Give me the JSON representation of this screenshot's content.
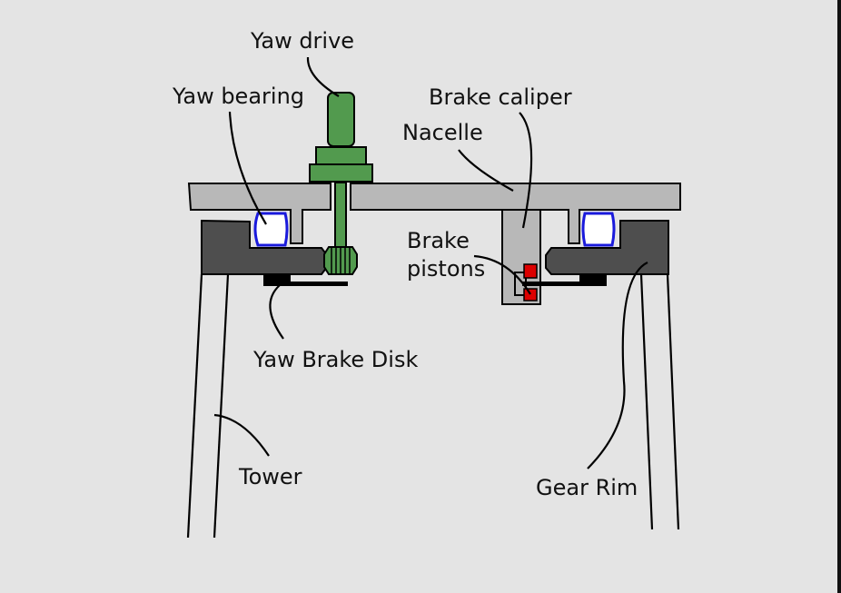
{
  "title": "Yaw system of a wind turbine",
  "labels": {
    "yaw_drive": "Yaw drive",
    "yaw_bearing": "Yaw bearing",
    "brake_caliper": "Brake caliper",
    "nacelle": "Nacelle",
    "brake_pistons_line1": "Brake",
    "brake_pistons_line2": "pistons",
    "yaw_brake_disk": "Yaw Brake Disk",
    "tower": "Tower",
    "gear_rim": "Gear Rim"
  },
  "colors": {
    "background": "#e4e4e4",
    "nacelle": "#b8b8b8",
    "gear_rim": "#4e4e4e",
    "yaw_drive": "#529a4e",
    "bearing": "#1a1adc",
    "pistons": "#dd0000",
    "brake_disk": "#000000"
  }
}
